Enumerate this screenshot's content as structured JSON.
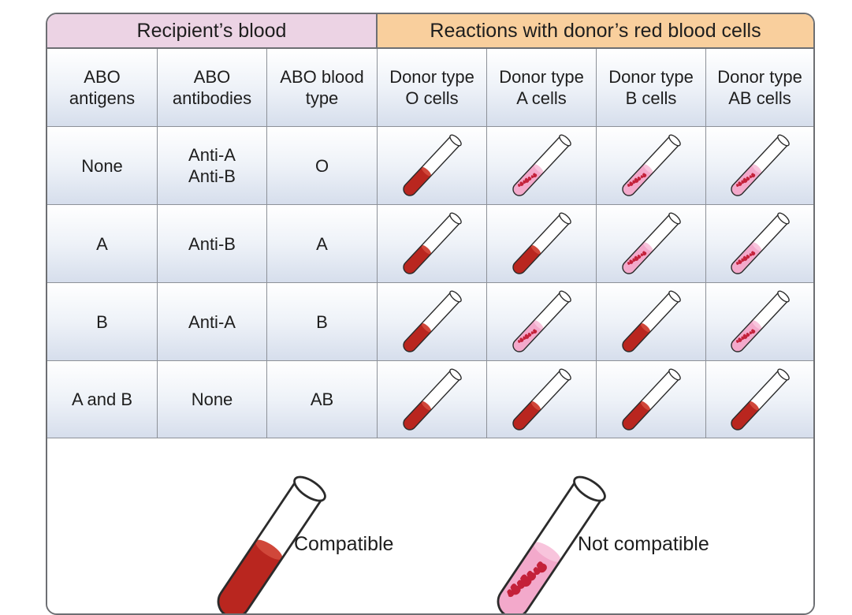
{
  "header": {
    "left": "Recipient’s blood",
    "right": "Reactions with donor’s red blood cells"
  },
  "columns": [
    "ABO\nantigens",
    "ABO\nantibodies",
    "ABO blood\ntype",
    "Donor type\nO cells",
    "Donor type\nA cells",
    "Donor type\nB cells",
    "Donor type\nAB cells"
  ],
  "rows": [
    {
      "antigens": "None",
      "antibodies": "Anti-A\nAnti-B",
      "type": "O",
      "reactions": [
        "compatible",
        "not-compatible",
        "not-compatible",
        "not-compatible"
      ]
    },
    {
      "antigens": "A",
      "antibodies": "Anti-B",
      "type": "A",
      "reactions": [
        "compatible",
        "compatible",
        "not-compatible",
        "not-compatible"
      ]
    },
    {
      "antigens": "B",
      "antibodies": "Anti-A",
      "type": "B",
      "reactions": [
        "compatible",
        "not-compatible",
        "compatible",
        "not-compatible"
      ]
    },
    {
      "antigens": "A and B",
      "antibodies": "None",
      "type": "AB",
      "reactions": [
        "compatible",
        "compatible",
        "compatible",
        "compatible"
      ]
    }
  ],
  "legend": {
    "compatible": "Compatible",
    "not_compatible": "Not compatible"
  },
  "colors": {
    "recipient_header": "#ecd3e4",
    "reactions_header": "#f9cf9d",
    "blood": "#b9261f",
    "agglutinated_fluid": "#f3a9cb",
    "clump": "#c4213a"
  }
}
